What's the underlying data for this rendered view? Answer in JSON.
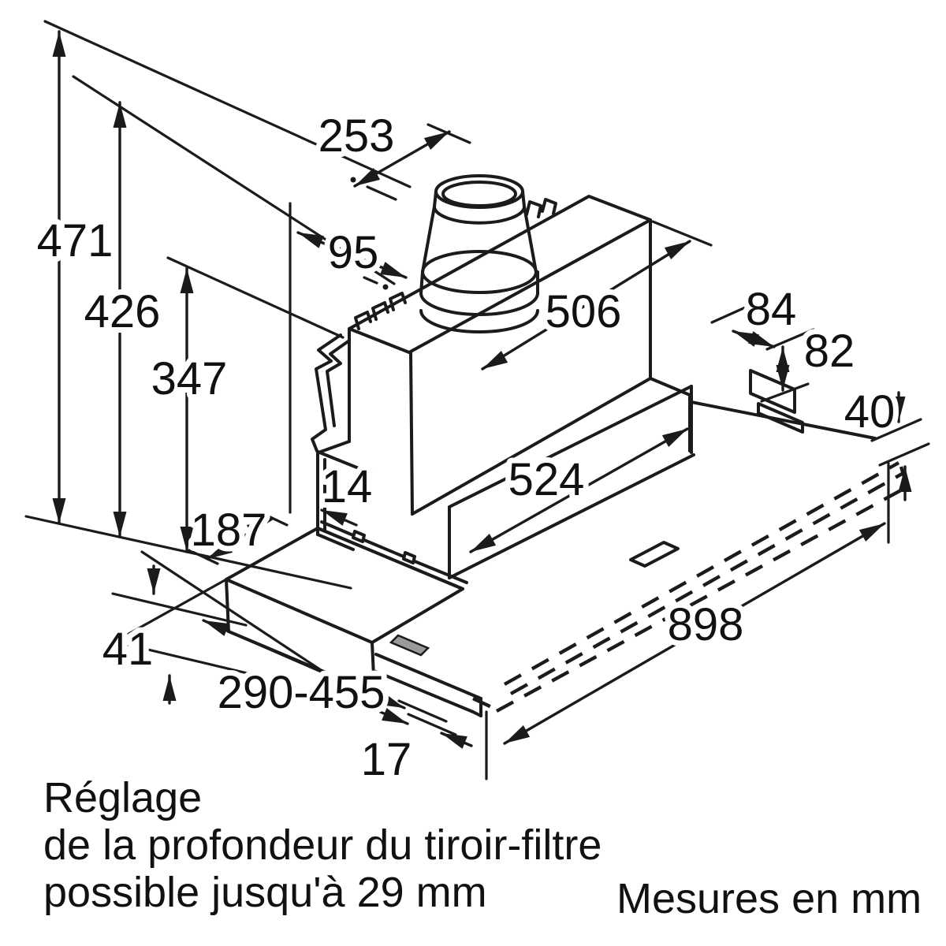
{
  "diagram": {
    "title_semantic": "hood-installation-dimensions",
    "units_note": "Mesures en mm",
    "dims": {
      "d253": "253",
      "d471": "471",
      "d426": "426",
      "d347": "347",
      "d95": "95",
      "d506": "506",
      "d84": "84",
      "d82": "82",
      "d40": "40",
      "d524": "524",
      "d14": "14",
      "d187": "187",
      "d898": "898",
      "d41": "41",
      "d290_455": "290-455",
      "d17": "17"
    },
    "notes": {
      "line1": "Réglage",
      "line2": "de la profondeur du tiroir-filtre",
      "line3": "possible jusqu'à 29 mm"
    },
    "colors": {
      "line": "#1b1b1b",
      "background": "#ffffff",
      "handle_fill": "#9a9a9a"
    }
  }
}
